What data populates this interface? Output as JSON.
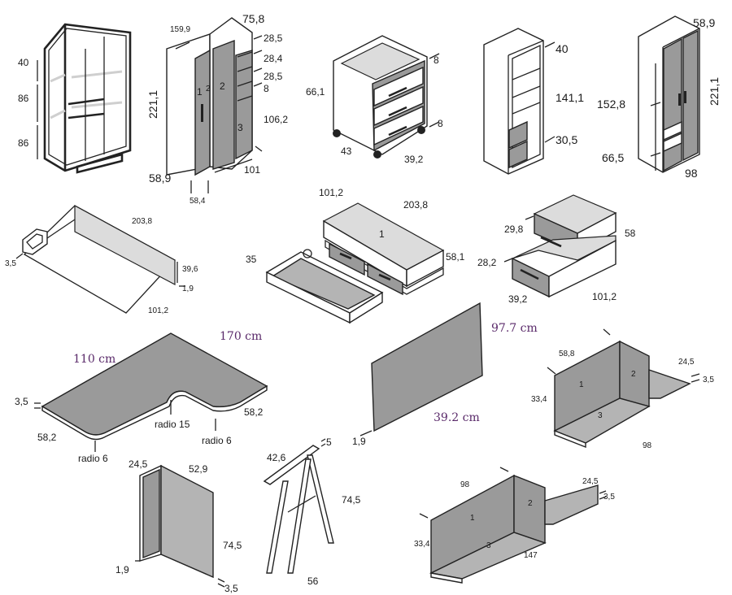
{
  "wardrobe_open": {
    "h1": "40",
    "h2": "86",
    "h3": "86"
  },
  "wardrobe_corner": {
    "width": "159,9",
    "depth_top": "75,8",
    "s1": "28,5",
    "s2": "28,4",
    "s3": "28,5",
    "s4": "8",
    "height": "221,1",
    "lower": "106,2",
    "depth": "58,9",
    "bottom": "101",
    "corner": "58,4",
    "n1": "1",
    "n2": "2",
    "n3": "2",
    "n4": "3"
  },
  "drawer_unit": {
    "side": "66,1",
    "top": "8",
    "low": "8",
    "depth": "43",
    "width": "39,2"
  },
  "bookcase": {
    "top": "40",
    "height": "141,1",
    "base": "30,5"
  },
  "wardrobe_closed": {
    "depth": "58,9",
    "inner": "152,8",
    "height": "221,1",
    "base": "66,5",
    "width": "98"
  },
  "bed": {
    "length": "203,8",
    "thick": "3,5",
    "side": "39,6",
    "base": "1,9",
    "width": "101,2"
  },
  "trundle": {
    "width": "101,2",
    "length": "203,8",
    "label": "1",
    "height": "58,1",
    "drawer": "35"
  },
  "steps": {
    "s1": "29,8",
    "height": "58",
    "s2": "28,2",
    "depth": "39,2",
    "length": "101,2"
  },
  "desk": {
    "long": "170 cm",
    "short": "110 cm",
    "thick": "3,5",
    "right_depth": "58,2",
    "left_depth": "58,2",
    "radius_inner": "radio 15",
    "radius_right": "radio 6",
    "radius_left": "radio 6"
  },
  "board": {
    "height": "97.7 cm",
    "width": "39.2 cm",
    "thick": "1,9"
  },
  "shelf_small": {
    "width": "58,8",
    "side": "24,5",
    "thick": "3,5",
    "height": "33,4",
    "length": "98",
    "n1": "1",
    "n2": "2",
    "n3": "3"
  },
  "panel_l": {
    "depth": "24,5",
    "width": "52,9",
    "height": "74,5",
    "thick": "1,9",
    "base": "3,5"
  },
  "trestle": {
    "top": "42,6",
    "thick": "5",
    "height": "74,5",
    "width": "56"
  },
  "shelf_large": {
    "width": "98",
    "side": "24,5",
    "thick": "3,5",
    "height": "33,4",
    "length": "147",
    "n1": "1",
    "n2": "2",
    "n3": "3"
  }
}
